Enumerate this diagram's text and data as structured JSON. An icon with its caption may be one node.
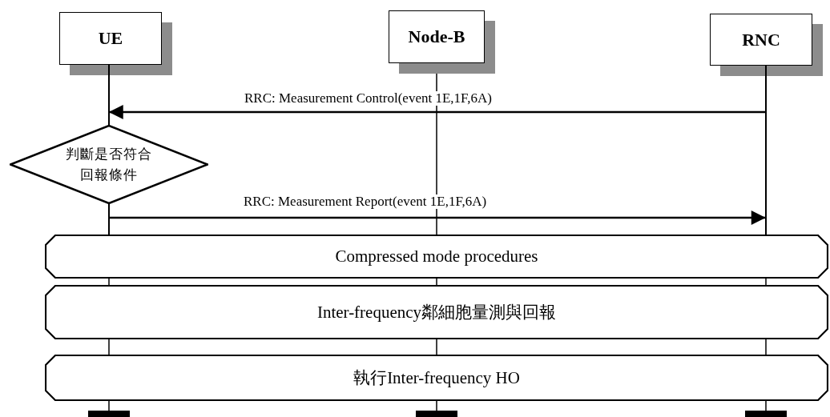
{
  "diagram": {
    "nodes": [
      {
        "text": [
          "UE"
        ]
      },
      {
        "text": [
          "Node-B"
        ]
      },
      {
        "text": [
          "RNC"
        ]
      },
      {
        "text": [
          "判斷是否符合回報條件"
        ]
      },
      {
        "text": [
          "Compressed mode procedures"
        ]
      },
      {
        "text": [
          "Inter-frequency鄰細胞量測與回報"
        ]
      },
      {
        "text": [
          "執行Inter-frequency HO"
        ]
      },
      {
        "text": [],
        "shape": "line"
      },
      {
        "text": [],
        "shape": "line"
      },
      {
        "text": [],
        "shape": "line"
      },
      {
        "text": [],
        "shape": "bar"
      },
      {
        "text": [],
        "shape": "bar"
      },
      {
        "text": [],
        "shape": "bar"
      }
    ],
    "edges": [
      {
        "from": 9,
        "to": 7,
        "arrow": "to",
        "label": "RRC: Measurement Control(event 1E,1F,6A)"
      },
      {
        "from": 8,
        "to": 9,
        "arrow": "to",
        "label": "RRC: Measurement Report(event 1E,1F,6A)"
      },
      {
        "from": 1,
        "to": 4,
        "arrow": "none"
      },
      {
        "from": 4,
        "to": 5,
        "arrow": "none"
      },
      {
        "from": 4,
        "to": 5,
        "arrow": "none"
      },
      {
        "from": 4,
        "to": 5,
        "arrow": "none"
      },
      {
        "from": 5,
        "to": 6,
        "arrow": "none"
      },
      {
        "from": 5,
        "to": 6,
        "arrow": "none"
      },
      {
        "from": 5,
        "to": 6,
        "arrow": "none"
      },
      {
        "from": 6,
        "to": 10,
        "arrow": "none"
      },
      {
        "from": 6,
        "to": 11,
        "arrow": "none"
      },
      {
        "from": 6,
        "to": 12,
        "arrow": "none"
      }
    ]
  }
}
